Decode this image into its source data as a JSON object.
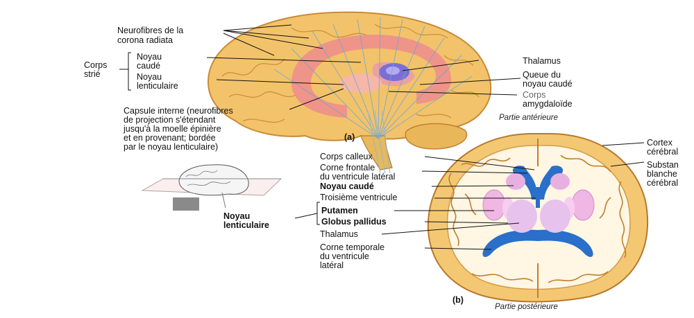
{
  "panel_a": {
    "caption": "(a)",
    "orientation": "Partie antérieure",
    "labels": {
      "neurofibres_1": "Neurofibres de",
      "neurofibres_la": "la",
      "neurofibres_2": "corona radiata",
      "corps_1": "Corps",
      "corps_2": "strié",
      "noyau_caude_1": "Noyau",
      "noyau_caude_2": "caudé",
      "noyau_lent_1": "Noyau",
      "noyau_lent_2": "lenticulaire",
      "thalamus": "Thalamus",
      "queue_1": "Queue du",
      "queue_2": "noyau caudé",
      "amygdale_1": "Corps",
      "amygdale_2": "amygdaloïde",
      "capsule_1": "Capsule interne (neurofibres",
      "capsule_2": "de projection s'étendant",
      "capsule_3": "jusqu'à la moelle épinière",
      "capsule_4": "et en provenant; bordée",
      "capsule_5": "par le noyau lenticulaire)"
    }
  },
  "panel_b": {
    "caption": "(b)",
    "orientation": "Partie postérieure",
    "labels": {
      "corps_calleux": "Corps calleux",
      "corne_frontale_1": "Corne frontale",
      "corne_frontale_2": "du ventricule latéral",
      "noyau_caude": "Noyau caudé",
      "troisieme_1": "Troisième",
      "troisieme_2": "ventricule",
      "putamen": "Putamen",
      "globus": "Globus pallidus",
      "thalamus": "Thalamus",
      "corne_temp_1": "Corne temporale",
      "corne_temp_2": "du ventricule",
      "corne_temp_3": "latéral",
      "cortex_1": "Cortex",
      "cortex_2": "cérébral",
      "substance_1": "Substan",
      "substance_2": "blanche",
      "substance_3": "cérébral",
      "noyau_lent_1": "Noyau",
      "noyau_lent_2": "lenticulaire"
    }
  },
  "colors": {
    "brain_tissue": "#f0c060",
    "gyri_outline": "#c08030",
    "corona_pink": "#f08a90",
    "ventricle_blue": "#2a6fc9",
    "nucleus_pink": "#e8b0e0",
    "thalamus_lilac": "#e6c2ec"
  }
}
